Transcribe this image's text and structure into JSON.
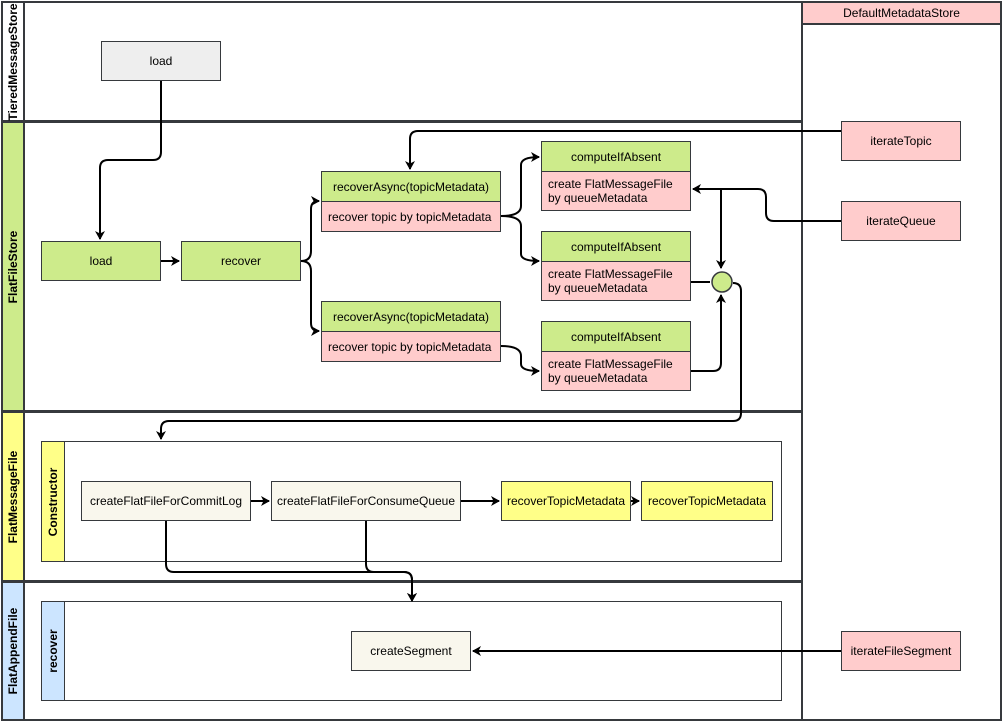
{
  "colors": {
    "green": "#cdeb8b",
    "pink": "#ffcccc",
    "grey": "#eeeeee",
    "cream": "#f9f7ed",
    "yellow": "#ffff88",
    "lane_flat_file_store": "#cdeb8b",
    "lane_flat_message_file": "#ffff88",
    "lane_flat_append_file": "#cce5ff",
    "stroke": "#36393d"
  },
  "lanes": {
    "tiered_message_store": "TieredMessageStore",
    "flat_file_store": "FlatFileStore",
    "flat_message_file": "FlatMessageFile",
    "flat_append_file": "FlatAppendFile",
    "default_metadata_store": "DefaultMetadataStore"
  },
  "tiered_message_store": {
    "load": "load"
  },
  "flat_file_store": {
    "load": "load",
    "recover": "recover",
    "recover_async_1": {
      "header": "recoverAsync(topicMetadata)",
      "body": "recover topic by topicMetadata"
    },
    "recover_async_2": {
      "header": "recoverAsync(topicMetadata)",
      "body": "recover topic by topicMetadata"
    },
    "compute_1": {
      "header": "computeIfAbsent",
      "body": "create FlatMessageFile by queueMetadata"
    },
    "compute_2": {
      "header": "computeIfAbsent",
      "body": "create FlatMessageFile by queueMetadata"
    },
    "compute_3": {
      "header": "computeIfAbsent",
      "body": "create FlatMessageFile by queueMetadata"
    }
  },
  "flat_message_file": {
    "constructor": "Constructor",
    "create_commit_log": "createFlatFileForCommitLog",
    "create_consume_queue": "createFlatFileForConsumeQueue",
    "recover_topic_metadata_1": "recoverTopicMetadata",
    "recover_topic_metadata_2": "recoverTopicMetadata"
  },
  "flat_append_file": {
    "recover": "recover",
    "create_segment": "createSegment"
  },
  "default_metadata_store": {
    "iterate_topic": "iterateTopic",
    "iterate_queue": "iterateQueue",
    "iterate_file_segment": "iterateFileSegment"
  }
}
